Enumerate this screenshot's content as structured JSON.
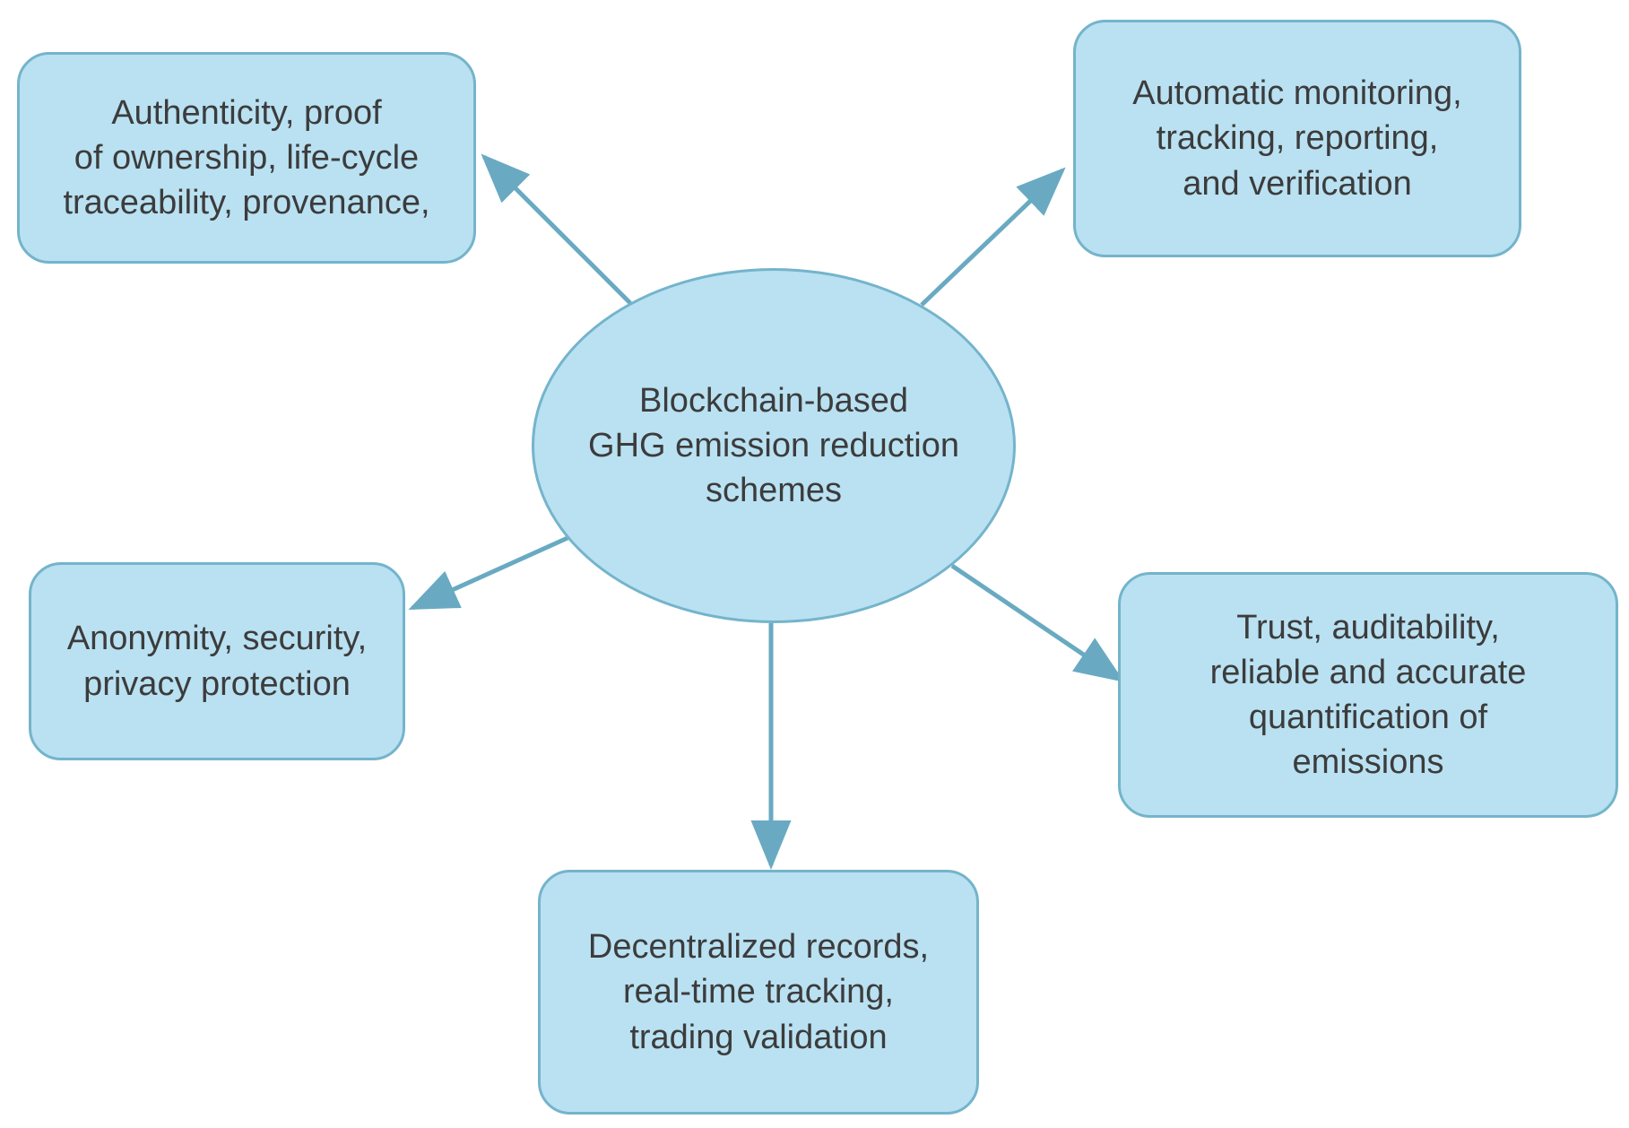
{
  "diagram": {
    "center": {
      "id": "center",
      "label": "Blockchain-based\nGHG emission reduction\nschemes"
    },
    "nodes": [
      {
        "id": "authenticity",
        "label": "Authenticity, proof\nof ownership, life-cycle\ntraceability, provenance,"
      },
      {
        "id": "monitoring",
        "label": "Automatic monitoring,\ntracking, reporting,\nand verification"
      },
      {
        "id": "anonymity",
        "label": "Anonymity, security,\nprivacy protection"
      },
      {
        "id": "trust",
        "label": "Trust, auditability,\nreliable and accurate\nquantification of\nemissions"
      },
      {
        "id": "decentralized",
        "label": "Decentralized records,\nreal-time tracking,\ntrading validation"
      }
    ],
    "colors": {
      "node_fill": "#b9e1f2",
      "node_border": "#74b4cb",
      "arrow": "#69aac2",
      "text": "#3c3c3c",
      "background": "#ffffff"
    }
  }
}
